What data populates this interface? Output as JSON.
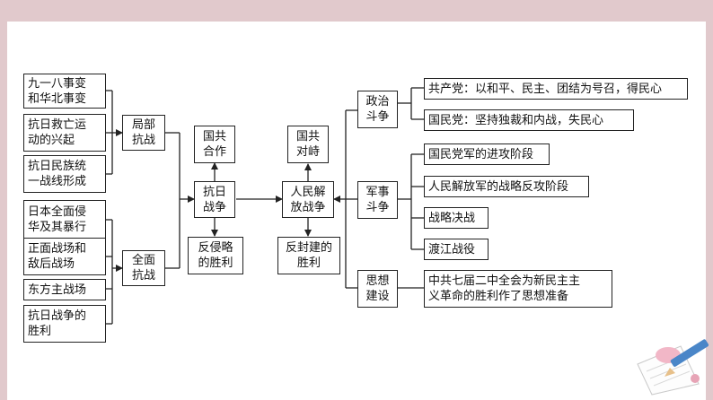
{
  "nodes": {
    "n918": "九一八事变\n和华北事变",
    "nJiuwang": "抗日救亡运\n动的兴起",
    "nTongyi": "抗日民族统\n一战线形成",
    "nQinhua": "日本全面侵\n华及其暴行",
    "nZhengmian": "正面战场和\n敌后战场",
    "nDongfang": "东方主战场",
    "nShengli": "抗日战争的\n胜利",
    "juBu": "局部\n抗战",
    "quanMian": "全面\n抗战",
    "guoGongHezuo": "国共\n合作",
    "kangRi": "抗日\n战争",
    "fanQinlue": "反侵略\n的胜利",
    "guoGongDuizhi": "国共\n对峙",
    "renMin": "人民解\n放战争",
    "fanFengjian": "反封建的\n胜利",
    "zhengZhi": "政治\n斗争",
    "junShi": "军事\n斗争",
    "sixiang": "思想\n建设",
    "gcd": "共产党：以和平、民主、团结为号召，得民心",
    "gmd": "国民党：坚持独裁和内战，失民心",
    "jingong": "国民党军的进攻阶段",
    "fangong": "人民解放军的战略反攻阶段",
    "juezhan": "战略决战",
    "dujiang": "渡江战役",
    "qizhong": "中共七届二中全会为新民主主\n义革命的胜利作了思想准备"
  },
  "icons": {
    "decoration": "pencil-paper-icon"
  }
}
